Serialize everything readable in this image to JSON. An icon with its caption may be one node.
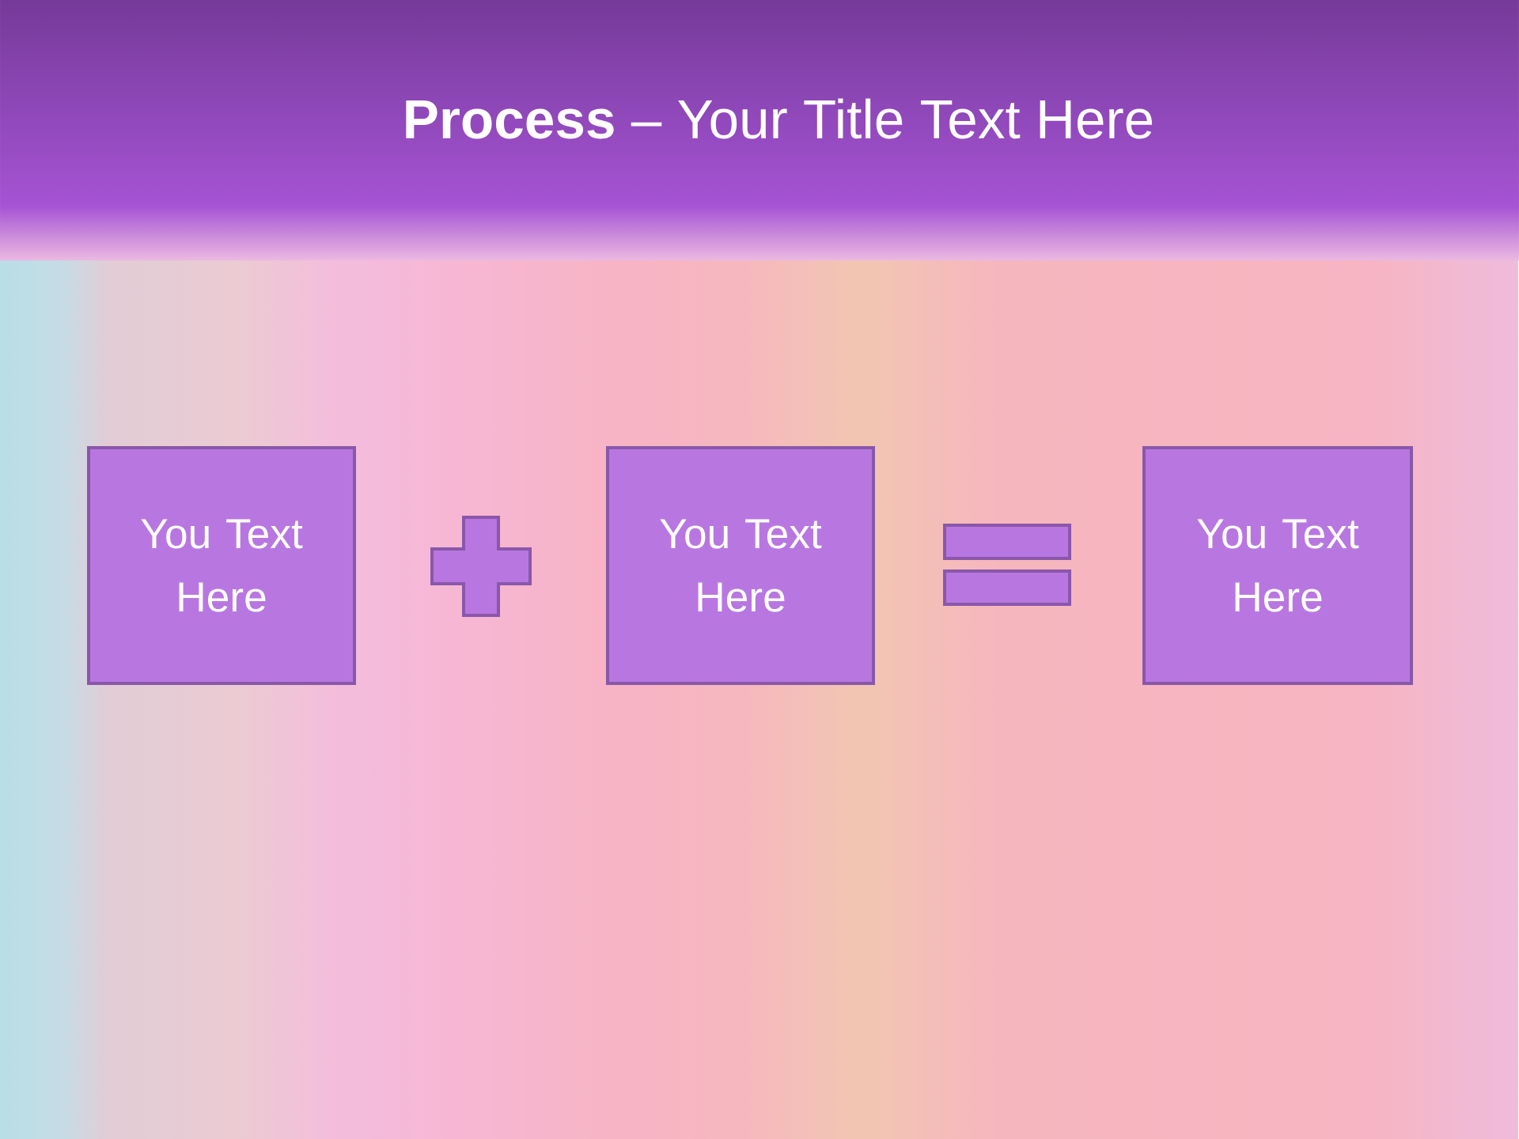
{
  "diagram": {
    "title": "**Process** – Your Title Text Here",
    "nodes": [
      {
        "text": [
          "You Text Here"
        ]
      },
      {
        "text": [],
        "shape": "plus"
      },
      {
        "text": [
          "You Text Here"
        ]
      },
      {
        "text": [],
        "shape": "equals"
      },
      {
        "text": [
          "You Text Here"
        ]
      }
    ]
  }
}
